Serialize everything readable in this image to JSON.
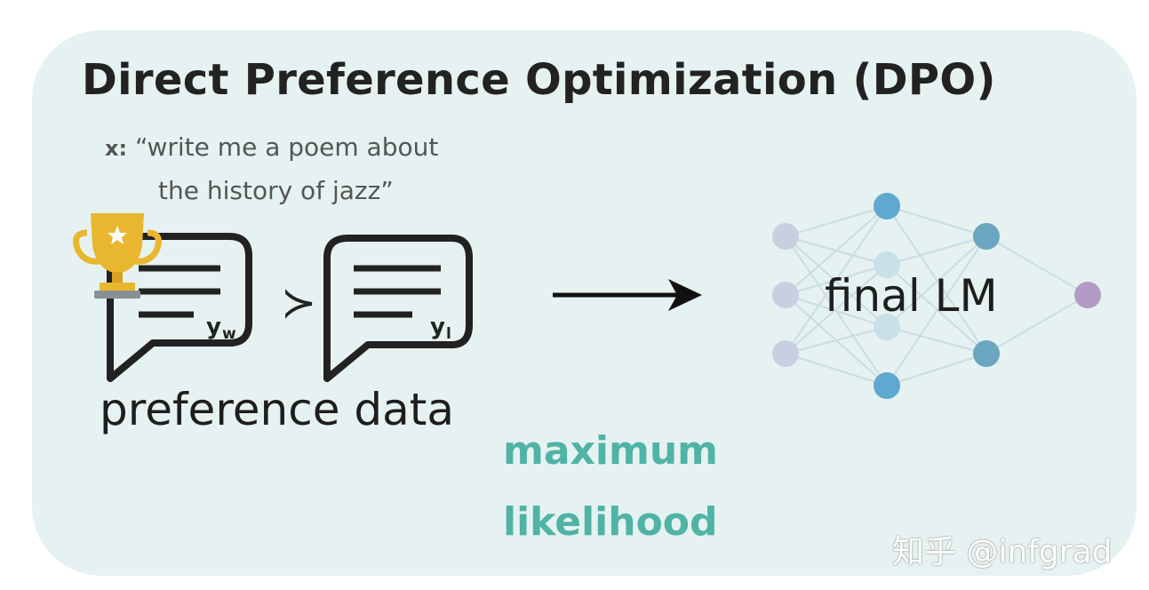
{
  "title": "Direct Preference Optimization (DPO)",
  "prompt": {
    "label": "x:",
    "line1": "“write me a poem about",
    "line2": "the history of jazz”"
  },
  "preferred_response": {
    "symbol": "y",
    "subscript": "w"
  },
  "comparison_symbol": "≻",
  "rejected_response": {
    "symbol": "y",
    "subscript": "l"
  },
  "preference_label": "preference data",
  "method_label": {
    "line1": "maximum",
    "line2": "likelihood"
  },
  "model_label": "final LM",
  "watermark": "知乎 @infgrad",
  "colors": {
    "background": "#e6f2f1",
    "accent": "#4fb3a6",
    "trophy": "#e9b62f",
    "node_blue": "#5fa8cf",
    "node_purple": "#b39bc6"
  },
  "icons": [
    "trophy-icon",
    "chat-bubble-icon",
    "arrow-right-icon",
    "neural-network-icon"
  ]
}
